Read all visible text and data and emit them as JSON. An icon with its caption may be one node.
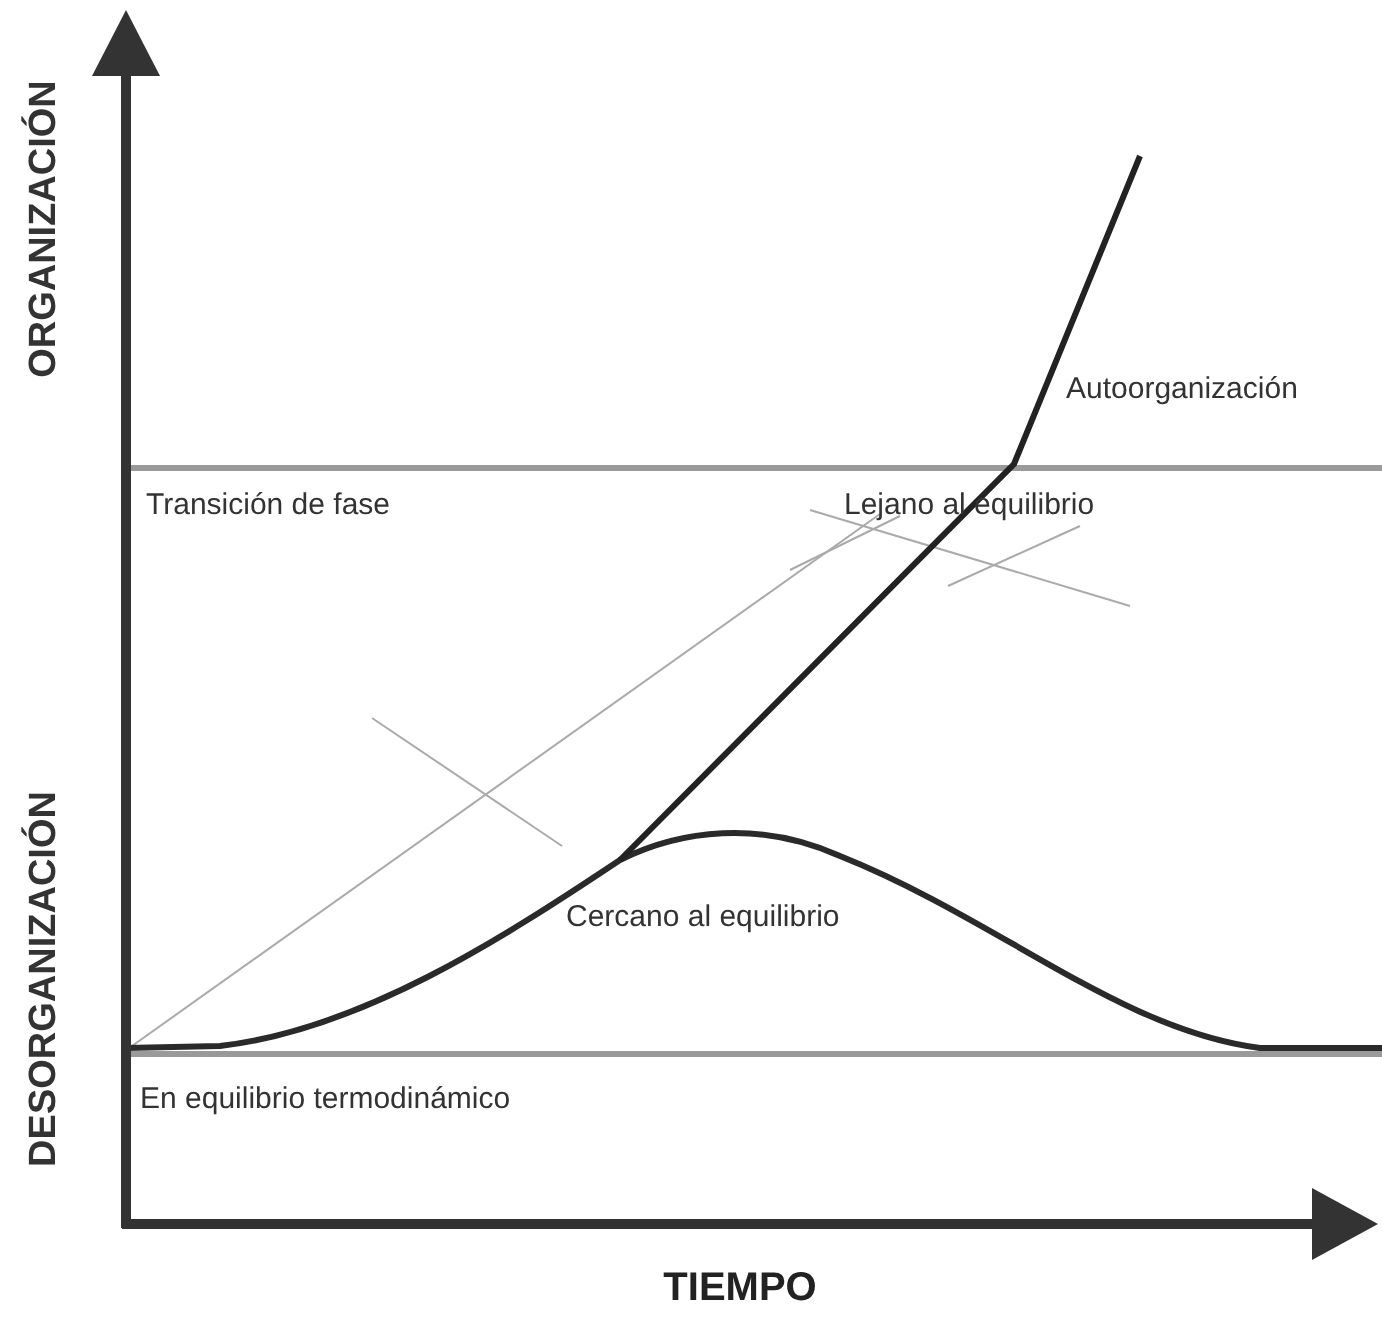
{
  "diagram": {
    "labels": [
      "ORGANIZACIÓN",
      "DESORGANIZACIÓN",
      "Autoorganización",
      "Transición de fase",
      "Lejano al equilibrio",
      "Cercano al equilibrio",
      "En equilibrio termodinámico",
      "TIEMPO"
    ]
  }
}
